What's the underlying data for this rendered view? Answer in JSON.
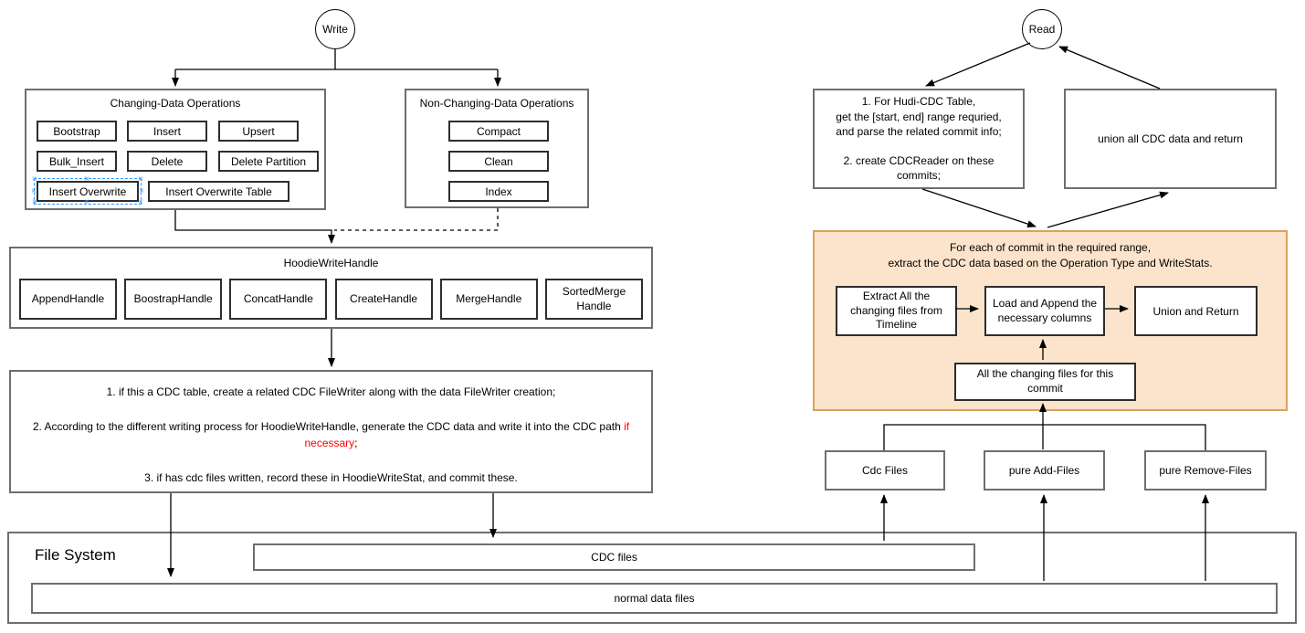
{
  "write": {
    "circle_label": "Write",
    "changing_ops": {
      "title": "Changing-Data Operations",
      "items": [
        "Bootstrap",
        "Insert",
        "Upsert",
        "Bulk_Insert",
        "Delete",
        "Delete Partition",
        "Insert  Overwrite",
        "Insert  Overwrite Table"
      ]
    },
    "non_changing_ops": {
      "title": "Non-Changing-Data Operations",
      "items": [
        "Compact",
        "Clean",
        "Index"
      ]
    },
    "hoodie_write_handle": {
      "title": "HoodieWriteHandle",
      "handles": [
        "AppendHandle",
        "BoostrapHandle",
        "ConcatHandle",
        "CreateHandle",
        "MergeHandle",
        "SortedMerge\nHandle"
      ]
    },
    "notes": {
      "note1": "1. if this a CDC table, create a related CDC FileWriter along with the data FileWriter creation;",
      "note2_prefix": "2. According to the different writing process for HoodieWriteHandle, generate the CDC data and write it into the CDC path ",
      "note2_highlight": "if necessary",
      "note2_suffix": ";",
      "note3": "3. if has cdc files written, record these in HoodieWriteStat, and commit these."
    }
  },
  "read": {
    "circle_label": "Read",
    "step1": "1. For Hudi-CDC Table,\nget the [start, end] range requried,\nand parse the related commit info;\n\n2. create CDCReader on these\ncommits;",
    "union_box": "union all CDC data and return",
    "per_commit": {
      "title": "For each of commit in the required range,\nextract the CDC data based on the Operation Type and WriteStats.",
      "extract_box": "Extract All the\nchanging files from\nTimeline",
      "load_box": "Load and Append the\nnecessary columns",
      "union_return_box": "Union and Return",
      "changing_files_box": "All the changing files for this\ncommit"
    },
    "file_type_boxes": [
      "Cdc Files",
      "pure Add-Files",
      "pure Remove-Files"
    ]
  },
  "file_system": {
    "title": "File System",
    "cdc_files": "CDC files",
    "normal_files": "normal data files"
  },
  "colors": {
    "highlight_text": "#ff0000",
    "per_commit_fill": "#fbe4cb",
    "per_commit_border": "#d9a35b",
    "selection_blue": "#3399ff"
  }
}
